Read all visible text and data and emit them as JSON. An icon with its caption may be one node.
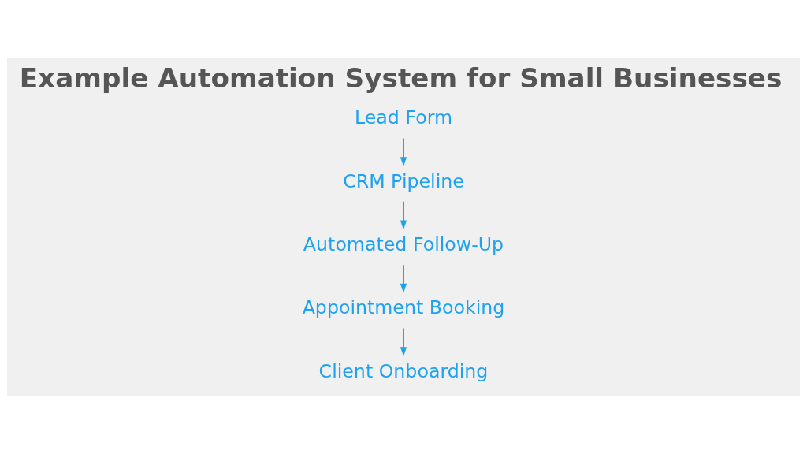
{
  "diagram": {
    "title": "Example Automation System for Small Businesses",
    "nodes": [
      {
        "text": [
          "Lead Form"
        ]
      },
      {
        "text": [
          "CRM Pipeline"
        ]
      },
      {
        "text": [
          "Automated Follow-Up"
        ]
      },
      {
        "text": [
          "Appointment Booking"
        ]
      },
      {
        "text": [
          "Client Onboarding"
        ]
      }
    ],
    "edges": [
      {
        "from": 0,
        "to": 1,
        "arrow": "to"
      },
      {
        "from": 1,
        "to": 2,
        "arrow": "to"
      },
      {
        "from": 2,
        "to": 3,
        "arrow": "to"
      },
      {
        "from": 3,
        "to": 4,
        "arrow": "to"
      }
    ]
  }
}
